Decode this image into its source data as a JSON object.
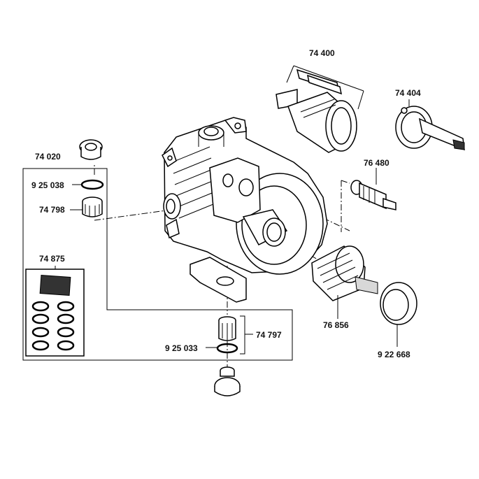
{
  "labels": {
    "p74400": "74 400",
    "p74404": "74 404",
    "p76480": "76 480",
    "p74020": "74 020",
    "p925038": "9 25 038",
    "p74798": "74 798",
    "p74875": "74 875",
    "p74797": "74 797",
    "p925033": "9 25 033",
    "p76856": "76 856",
    "p922668": "9 22 668"
  }
}
